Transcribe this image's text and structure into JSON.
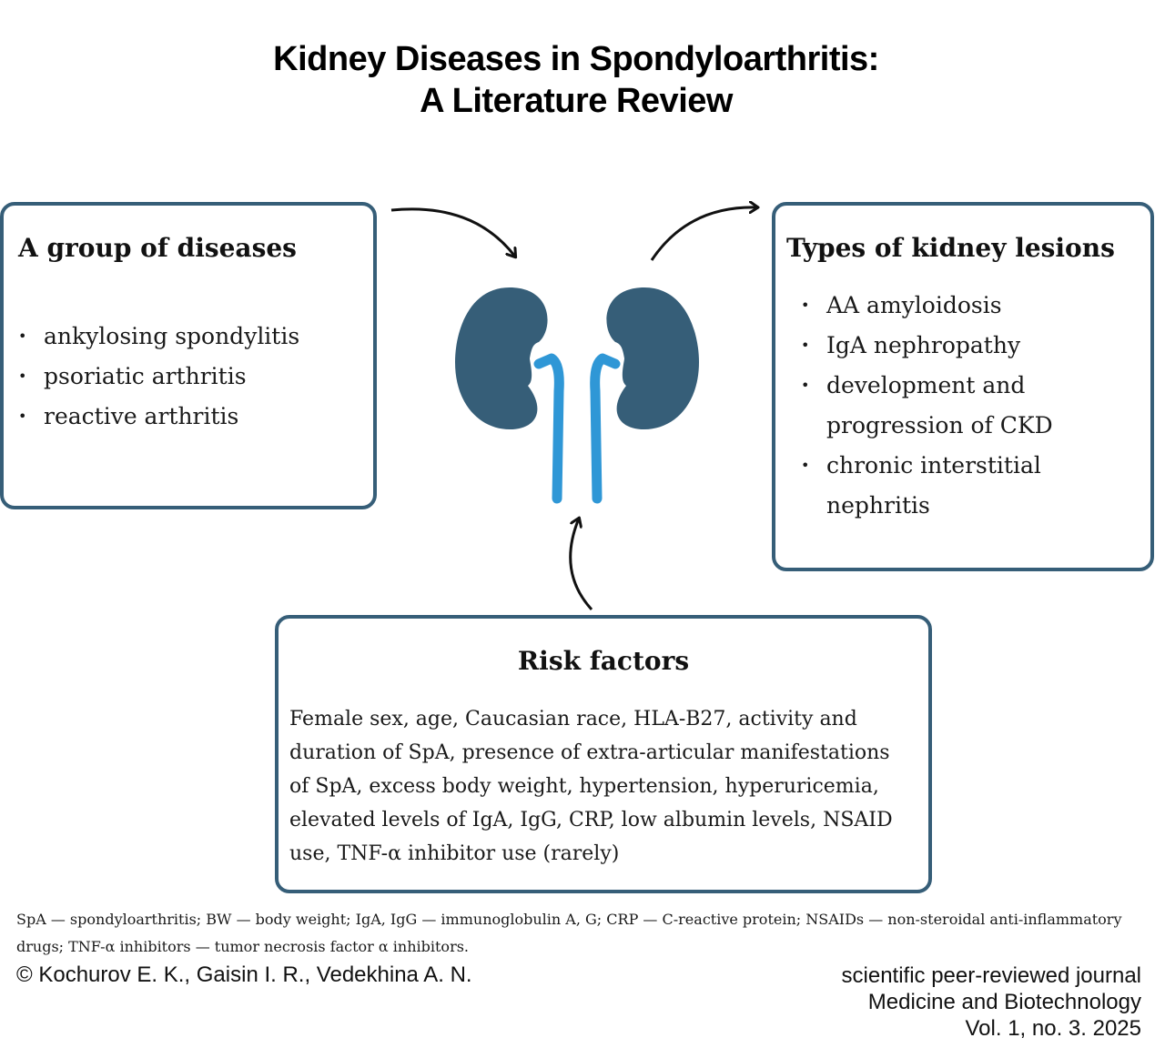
{
  "title": {
    "line1": "Kidney Diseases in Spondyloarthritis:",
    "line2": "A Literature Review"
  },
  "diseases": {
    "heading": "A group of diseases",
    "items": [
      "ankylosing spondylitis",
      "psoriatic arthritis",
      "reactive arthritis"
    ]
  },
  "lesions": {
    "heading": "Types of kidney lesions",
    "items": [
      "AA amyloidosis",
      "IgA nephropathy",
      "development and progression of CKD",
      "chronic interstitial nephritis"
    ]
  },
  "risk": {
    "heading": "Risk factors",
    "text": "Female sex, age, Caucasian race, HLA-B27, activity and duration of SpA, presence of extra-articular manifestations of SpA, excess body weight, hypertension, hyperuricemia, elevated levels of IgA, IgG, CRP, low albumin levels, NSAID use, TNF-α inhibitor use (rarely)"
  },
  "footnote": "SpA — spondyloarthritis; BW — body weight; IgA, IgG — immunoglobulin A, G; CRP — C-reactive protein; NSAIDs — non-steroidal anti-inflammatory drugs; TNF-α inhibitors — tumor necrosis factor α inhibitors.",
  "copyright": "© Kochurov E. K., Gaisin I. R., Vedekhina A. N.",
  "journal": {
    "line1": "scientific peer-reviewed journal",
    "line2": "Medicine and Biotechnology",
    "line3": "Vol. 1, no. 3. 2025"
  },
  "icons": {
    "center": "kidneys-icon"
  },
  "colors": {
    "box_border": "#365e78",
    "kidney": "#365e78",
    "ureter": "#2f97d6"
  }
}
